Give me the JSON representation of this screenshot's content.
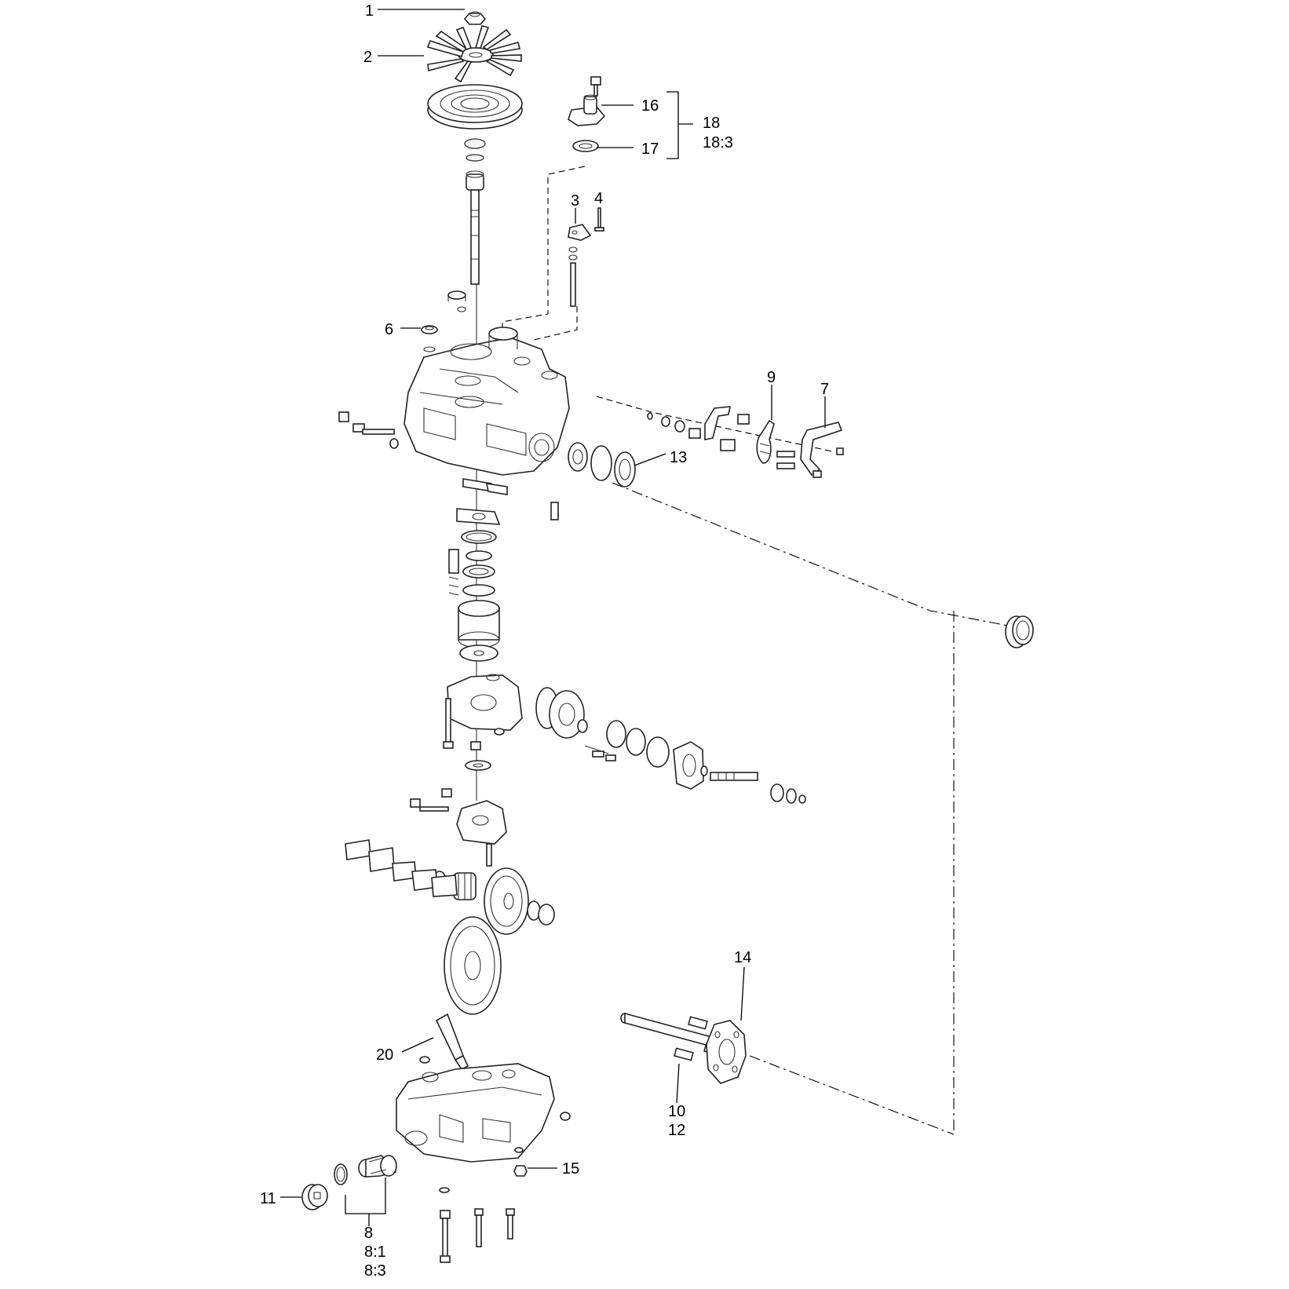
{
  "callouts": {
    "c1": "1",
    "c2": "2",
    "c3": "3",
    "c4": "4",
    "c6": "6",
    "c7": "7",
    "c8": "8",
    "c8_1": "8:1",
    "c8_3": "8:3",
    "c9": "9",
    "c10": "10",
    "c11": "11",
    "c12": "12",
    "c13": "13",
    "c14": "14",
    "c15": "15",
    "c16": "16",
    "c17": "17",
    "c18": "18",
    "c18_3": "18:3",
    "c20": "20"
  },
  "colors": {
    "line": "#000000",
    "background": "#ffffff"
  }
}
